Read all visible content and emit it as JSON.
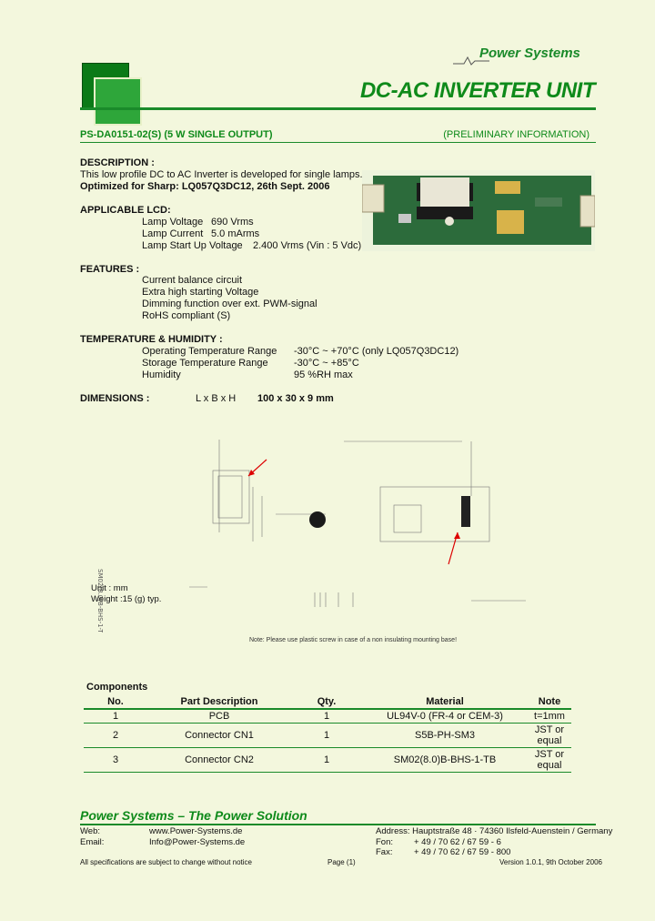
{
  "brand": {
    "logo": "Power Systems"
  },
  "header": {
    "title": "DC-AC INVERTER UNIT",
    "model": "PS-DA0151-02(S) (5 W SINGLE OUTPUT)",
    "status": "(PRELIMINARY INFORMATION)"
  },
  "description": {
    "heading": "DESCRIPTION :",
    "line1": "This low profile DC to AC Inverter is developed for single lamps.",
    "line2": "Optimized for Sharp: LQ057Q3DC12, 26th Sept. 2006"
  },
  "lcd": {
    "heading": "APPLICABLE LCD:",
    "rows": [
      {
        "label": "Lamp Voltage",
        "value": "690 Vrms"
      },
      {
        "label": "Lamp Current",
        "value": "5.0 mArms"
      },
      {
        "label": "Lamp Start Up Voltage",
        "value": "2.400 Vrms (Vin : 5 Vdc)"
      }
    ]
  },
  "features": {
    "heading": "FEATURES :",
    "items": [
      "Current balance circuit",
      "Extra high starting Voltage",
      "Dimming function over ext. PWM-signal",
      "RoHS compliant (S)"
    ]
  },
  "temperature": {
    "heading": "TEMPERATURE & HUMIDITY :",
    "rows": [
      {
        "label": "Operating Temperature Range",
        "value": "-30°C ~ +70°C (only LQ057Q3DC12)"
      },
      {
        "label": "Storage Temperature Range",
        "value": "-30°C ~ +85°C"
      },
      {
        "label": "Humidity",
        "value": "95 %RH max"
      }
    ]
  },
  "dimensions": {
    "heading": "DIMENSIONS :",
    "label": "L x B x H",
    "value": "100 x 30 x 9 mm"
  },
  "drawing": {
    "unit": "Unit : mm",
    "weight": "Weight :15 (g) typ.",
    "note": "Note: Please use plastic screw in case of a non insulating mounting base!"
  },
  "components": {
    "title": "Components",
    "headers": [
      "No.",
      "Part Description",
      "Qty.",
      "Material",
      "Note"
    ],
    "rows": [
      [
        "1",
        "PCB",
        "1",
        "UL94V-0 (FR-4 or CEM-3)",
        "t=1mm"
      ],
      [
        "2",
        "Connector CN1",
        "1",
        "S5B-PH-SM3",
        "JST or equal"
      ],
      [
        "3",
        "Connector CN2",
        "1",
        "SM02(8.0)B-BHS-1-TB",
        "JST or equal"
      ]
    ]
  },
  "footer": {
    "slogan": "Power Systems – The Power Solution",
    "web_label": "Web:",
    "web": "www.Power-Systems.de",
    "email_label": "Email:",
    "email": "Info@Power-Systems.de",
    "address": "Address: Hauptstraße 48 · 74360 Ilsfeld-Auenstein / Germany",
    "phone_label": "Fon:",
    "phone": "+ 49 / 70 62 / 67 59 - 6",
    "fax_label": "Fax:",
    "fax": "+ 49 / 70 62 / 67 59 - 800",
    "disclaimer": "All specifications are subject to change without notice",
    "page": "Page (1)",
    "version": "Version 1.0.1, 9th October 2006"
  }
}
